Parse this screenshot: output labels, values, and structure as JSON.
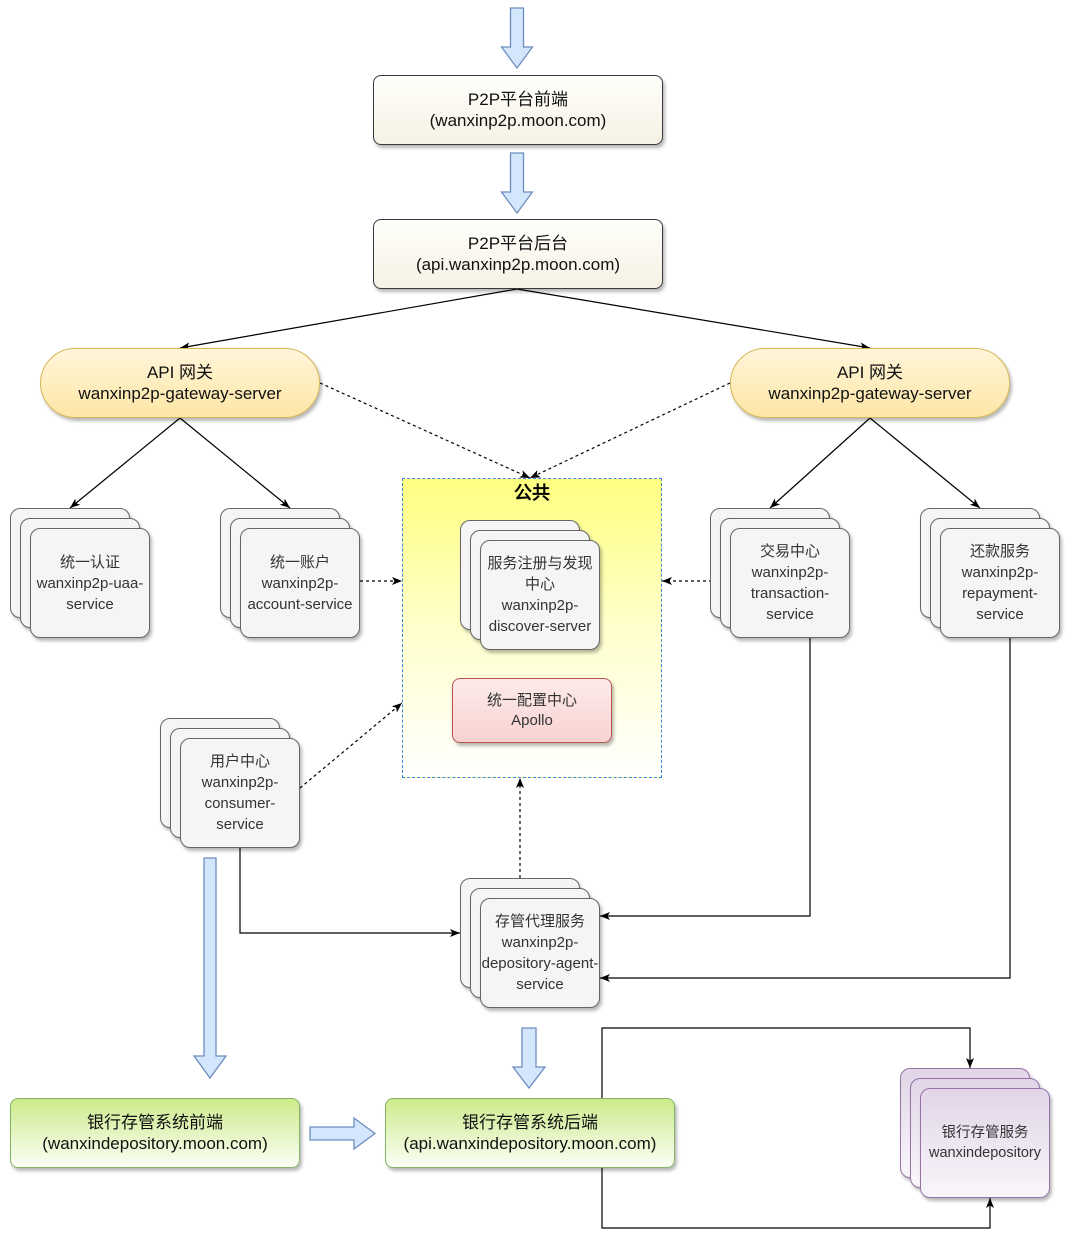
{
  "diagram": {
    "p2p_frontend": {
      "lines": [
        "P2P平台前端",
        "(wanxinp2p.moon.com)"
      ]
    },
    "p2p_backend": {
      "lines": [
        "P2P平台后台",
        "(api.wanxinp2p.moon.com)"
      ]
    },
    "gateway_left": {
      "lines": [
        "API 网关",
        "wanxinp2p-gateway-server"
      ]
    },
    "gateway_right": {
      "lines": [
        "API 网关",
        "wanxinp2p-gateway-server"
      ]
    },
    "common_group": {
      "label": "公共"
    },
    "discover_server": {
      "lines": [
        "服务注册与发现",
        "中心",
        "wanxinp2p-",
        "discover-server"
      ]
    },
    "config_center": {
      "lines": [
        "统一配置中心",
        "Apollo"
      ]
    },
    "uaa_service": {
      "lines": [
        "统一认证",
        "wanxinp2p-uaa-",
        "service"
      ]
    },
    "account_service": {
      "lines": [
        "统一账户",
        "wanxinp2p-",
        "account-service"
      ]
    },
    "transaction_service": {
      "lines": [
        "交易中心",
        "wanxinp2p-",
        "transaction-",
        "service"
      ]
    },
    "repayment_service": {
      "lines": [
        "还款服务",
        "wanxinp2p-",
        "repayment-",
        "service"
      ]
    },
    "consumer_service": {
      "lines": [
        "用户中心",
        "wanxinp2p-",
        "consumer-",
        "service"
      ]
    },
    "depository_agent_service": {
      "lines": [
        "存管代理服务",
        "wanxinp2p-",
        "depository-agent-",
        "service"
      ]
    },
    "bank_frontend": {
      "lines": [
        "银行存管系统前端",
        "(wanxindepository.moon.com)"
      ]
    },
    "bank_backend": {
      "lines": [
        "银行存管系统后端",
        "(api.wanxindepository.moon.com)"
      ]
    },
    "bank_service": {
      "lines": [
        "银行存管服务",
        "wanxindepository"
      ]
    }
  },
  "colors": {
    "block_arrow_fill": "#d4e6fc",
    "block_arrow_stroke": "#6c8ebf",
    "platform_box_stroke": "#36393d",
    "gateway_stroke": "#d6b656",
    "group_border": "#3b8ad9",
    "config_stroke": "#b85450",
    "service_stroke": "#666666",
    "bank_system_stroke": "#82b366",
    "bank_service_stroke": "#9673a6"
  }
}
